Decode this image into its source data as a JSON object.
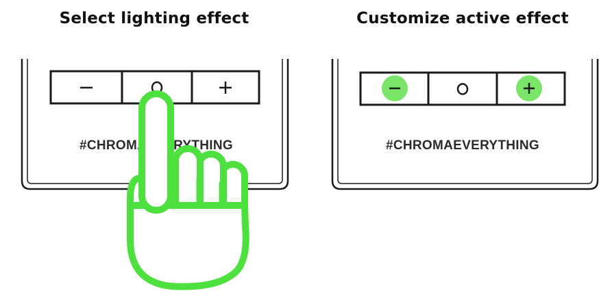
{
  "panels": [
    {
      "title": "Select lighting effect",
      "device_label": "#CHROMAEVERYTHING",
      "buttons": [
        {
          "symbol": "minus",
          "highlighted": false
        },
        {
          "symbol": "circle",
          "highlighted": false
        },
        {
          "symbol": "plus",
          "highlighted": false
        }
      ],
      "gesture": "finger-press-center-button"
    },
    {
      "title": "Customize active effect",
      "device_label": "#CHROMAEVERYTHING",
      "buttons": [
        {
          "symbol": "minus",
          "highlighted": true
        },
        {
          "symbol": "circle",
          "highlighted": false
        },
        {
          "symbol": "plus",
          "highlighted": true
        }
      ]
    }
  ],
  "colors": {
    "accent_green": "#4ee03f",
    "highlight_green": "#7be56a",
    "outline": "#1a1a1a",
    "background": "#ffffff"
  }
}
